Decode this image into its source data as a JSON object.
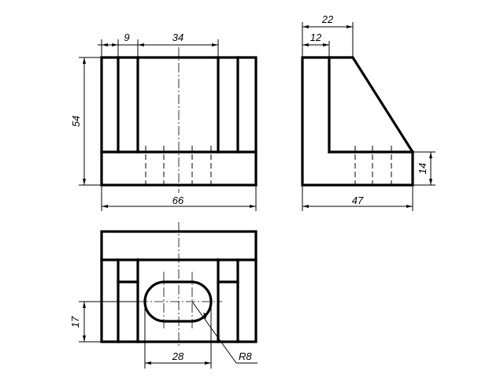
{
  "dimensions": {
    "front_width": "66",
    "front_height": "54",
    "front_top_left": "9",
    "front_top_middle": "34",
    "side_width": "47",
    "side_top_outer": "22",
    "side_top_inner": "12",
    "side_step_height": "14",
    "top_slot_width": "28",
    "top_offset": "17",
    "slot_radius": "R8"
  }
}
